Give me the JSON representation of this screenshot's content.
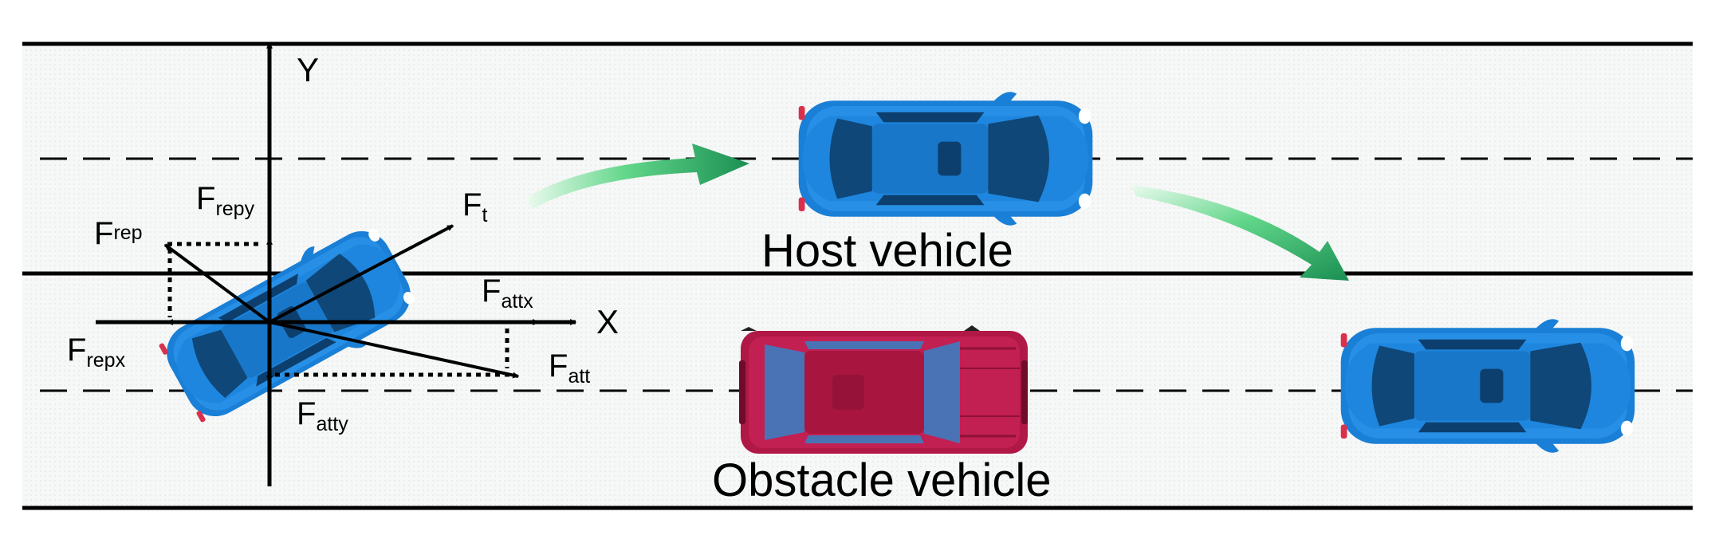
{
  "axes": {
    "x_label": "X",
    "y_label": "Y"
  },
  "forces": {
    "f_repy": {
      "main": "F",
      "sub": "repy"
    },
    "f_rep": {
      "main": "F",
      "sub": "rep"
    },
    "f_t": {
      "main": "F",
      "sub": "t"
    },
    "f_attx": {
      "main": "F",
      "sub": "attx"
    },
    "f_repx": {
      "main": "F",
      "sub": "repx"
    },
    "f_att": {
      "main": "F",
      "sub": "att"
    },
    "f_atty": {
      "main": "F",
      "sub": "atty"
    }
  },
  "vehicles": {
    "host_label": "Host vehicle",
    "obstacle_label": "Obstacle vehicle"
  },
  "colors": {
    "host_body": "#1a7fd6",
    "host_dark": "#0d3f6e",
    "obstacle_body": "#b01846",
    "obstacle_dark": "#6e0c2a",
    "arrow_green": "#22b573",
    "road_background": "#f5f6f6",
    "line": "#000000"
  }
}
